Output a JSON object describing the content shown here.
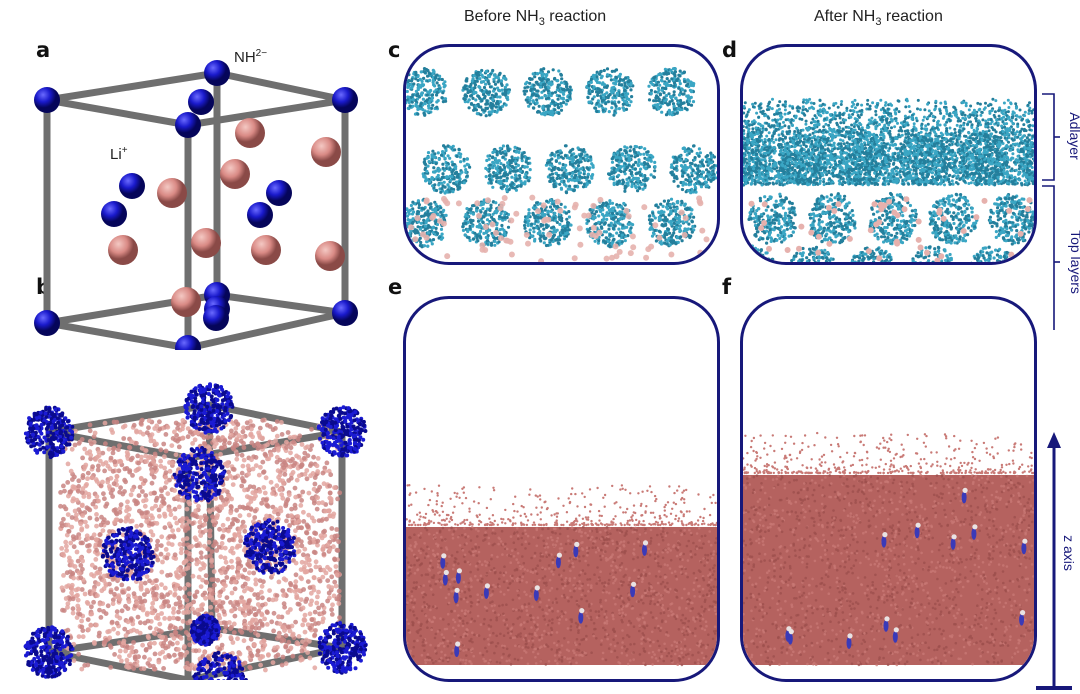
{
  "panels": {
    "a": "a",
    "b": "b",
    "c": "c",
    "d": "d",
    "e": "e",
    "f": "f"
  },
  "columns": {
    "before": "Before NH",
    "before_sub": "3",
    "before_tail": " reaction",
    "after": "After NH",
    "after_sub": "3",
    "after_tail": " reaction"
  },
  "labels": {
    "nh": "NH",
    "nh_sup": "2−",
    "li": "Li",
    "li_sup": "+",
    "adlayer": "Adlayer",
    "top_layers": "Top layers",
    "z_axis": "z axis"
  },
  "colors": {
    "frame": "#17187a",
    "nitrogen": "#1a1acc",
    "lithium": "#d98a85",
    "hydrogen": "#3aa6c4",
    "bulk": "#b5625f",
    "rod": "#6f6f6f"
  }
}
